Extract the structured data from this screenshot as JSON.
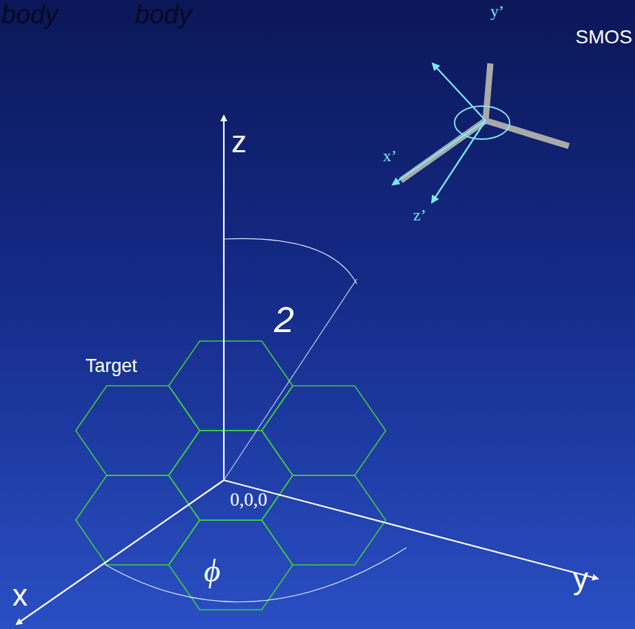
{
  "diagram": {
    "labels": [
      "body",
      "body",
      "y’",
      "SMOS",
      "x’",
      "z’",
      "z",
      "2",
      "Target",
      "0,0,0",
      "ϕ",
      "x",
      "y"
    ]
  }
}
